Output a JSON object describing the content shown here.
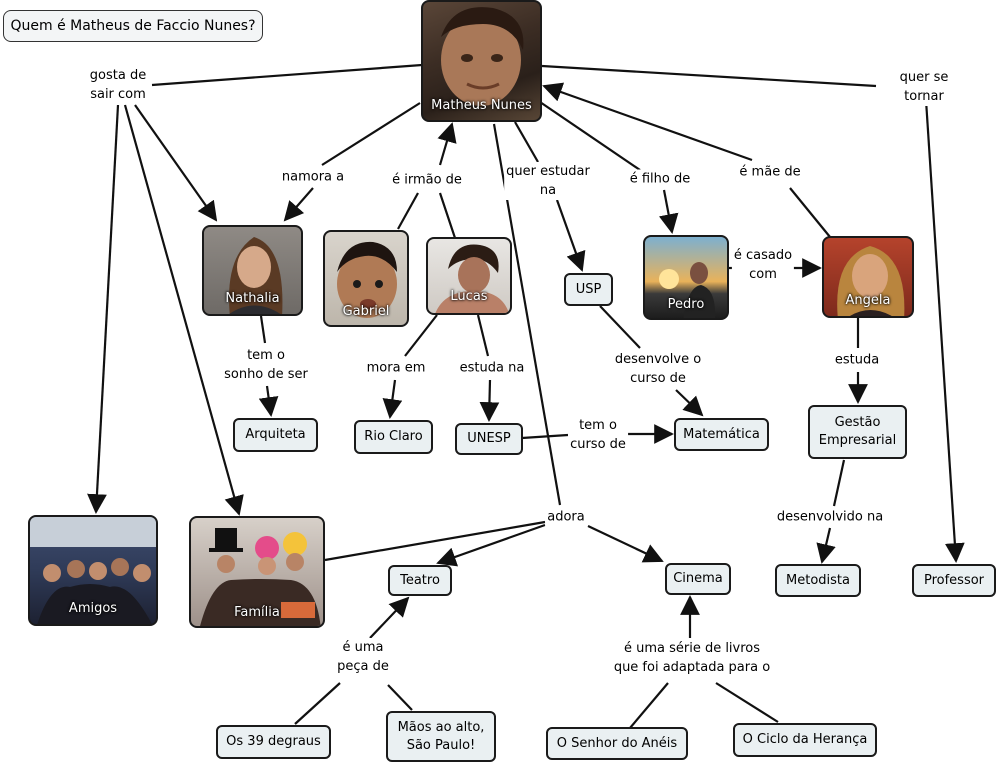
{
  "title": "Quem é Matheus de Faccio Nunes?",
  "center": "Matheus Nunes",
  "people": {
    "nathalia": "Nathalia",
    "gabriel": "Gabriel",
    "lucas": "Lucas",
    "pedro": "Pedro",
    "angela": "Angela",
    "amigos": "Amigos",
    "familia": "Família"
  },
  "concepts": {
    "arquiteta": "Arquiteta",
    "rio_claro": "Rio Claro",
    "unesp": "UNESP",
    "usp": "USP",
    "matematica": "Matemática",
    "gestao": "Gestão\nEmpresarial",
    "metodista": "Metodista",
    "professor": "Professor",
    "teatro": "Teatro",
    "cinema": "Cinema",
    "os39": "Os 39 degraus",
    "maos": "Mãos ao alto,\nSão Paulo!",
    "senhor": "O Senhor do Anéis",
    "ciclo": "O Ciclo da Herança"
  },
  "links": {
    "gosta": "gosta de\nsair com",
    "namora": "namora a",
    "irmao": "é irmão de",
    "quer_estudar": "quer estudar\nna",
    "filho": "é filho de",
    "mae": "é mãe de",
    "quer_tornar": "quer se tornar",
    "casado": "é casado\ncom",
    "sonho": "tem o\nsonho de ser",
    "mora": "mora em",
    "estuda_na": "estuda na",
    "desenvolve": "desenvolve o\ncurso de",
    "tem_curso": "tem o\ncurso de",
    "estuda": "estuda",
    "desenvolvido": "desenvolvido na",
    "adora": "adora",
    "peca": "é uma\npeça de",
    "serie": "é uma série de livros\nque foi adaptada para o"
  },
  "colors": {
    "line": "#111111",
    "node_fill": "#eaf0f2",
    "border": "#1a1a1a"
  }
}
